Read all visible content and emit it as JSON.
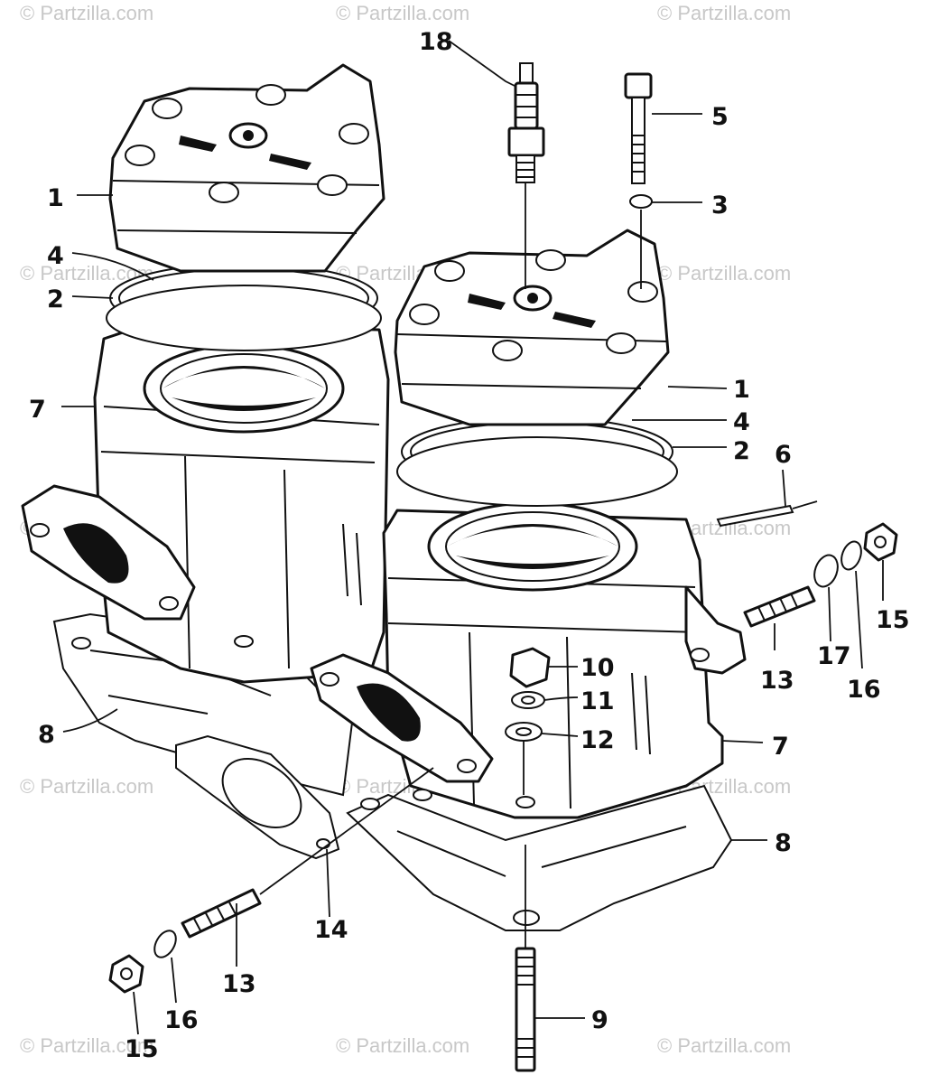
{
  "watermark": "© Partzilla.com",
  "colors": {
    "line": "#111111",
    "background": "#ffffff",
    "watermark": "#c8c8c8"
  },
  "callouts": {
    "c1a": "1",
    "c1b": "1",
    "c2a": "2",
    "c2b": "2",
    "c3": "3",
    "c4a": "4",
    "c4b": "4",
    "c5": "5",
    "c6": "6",
    "c7a": "7",
    "c7b": "7",
    "c8a": "8",
    "c8b": "8",
    "c9": "9",
    "c10": "10",
    "c11": "11",
    "c12": "12",
    "c13a": "13",
    "c13b": "13",
    "c14": "14",
    "c15a": "15",
    "c15b": "15",
    "c16a": "16",
    "c16b": "16",
    "c17": "17",
    "c18": "18"
  }
}
